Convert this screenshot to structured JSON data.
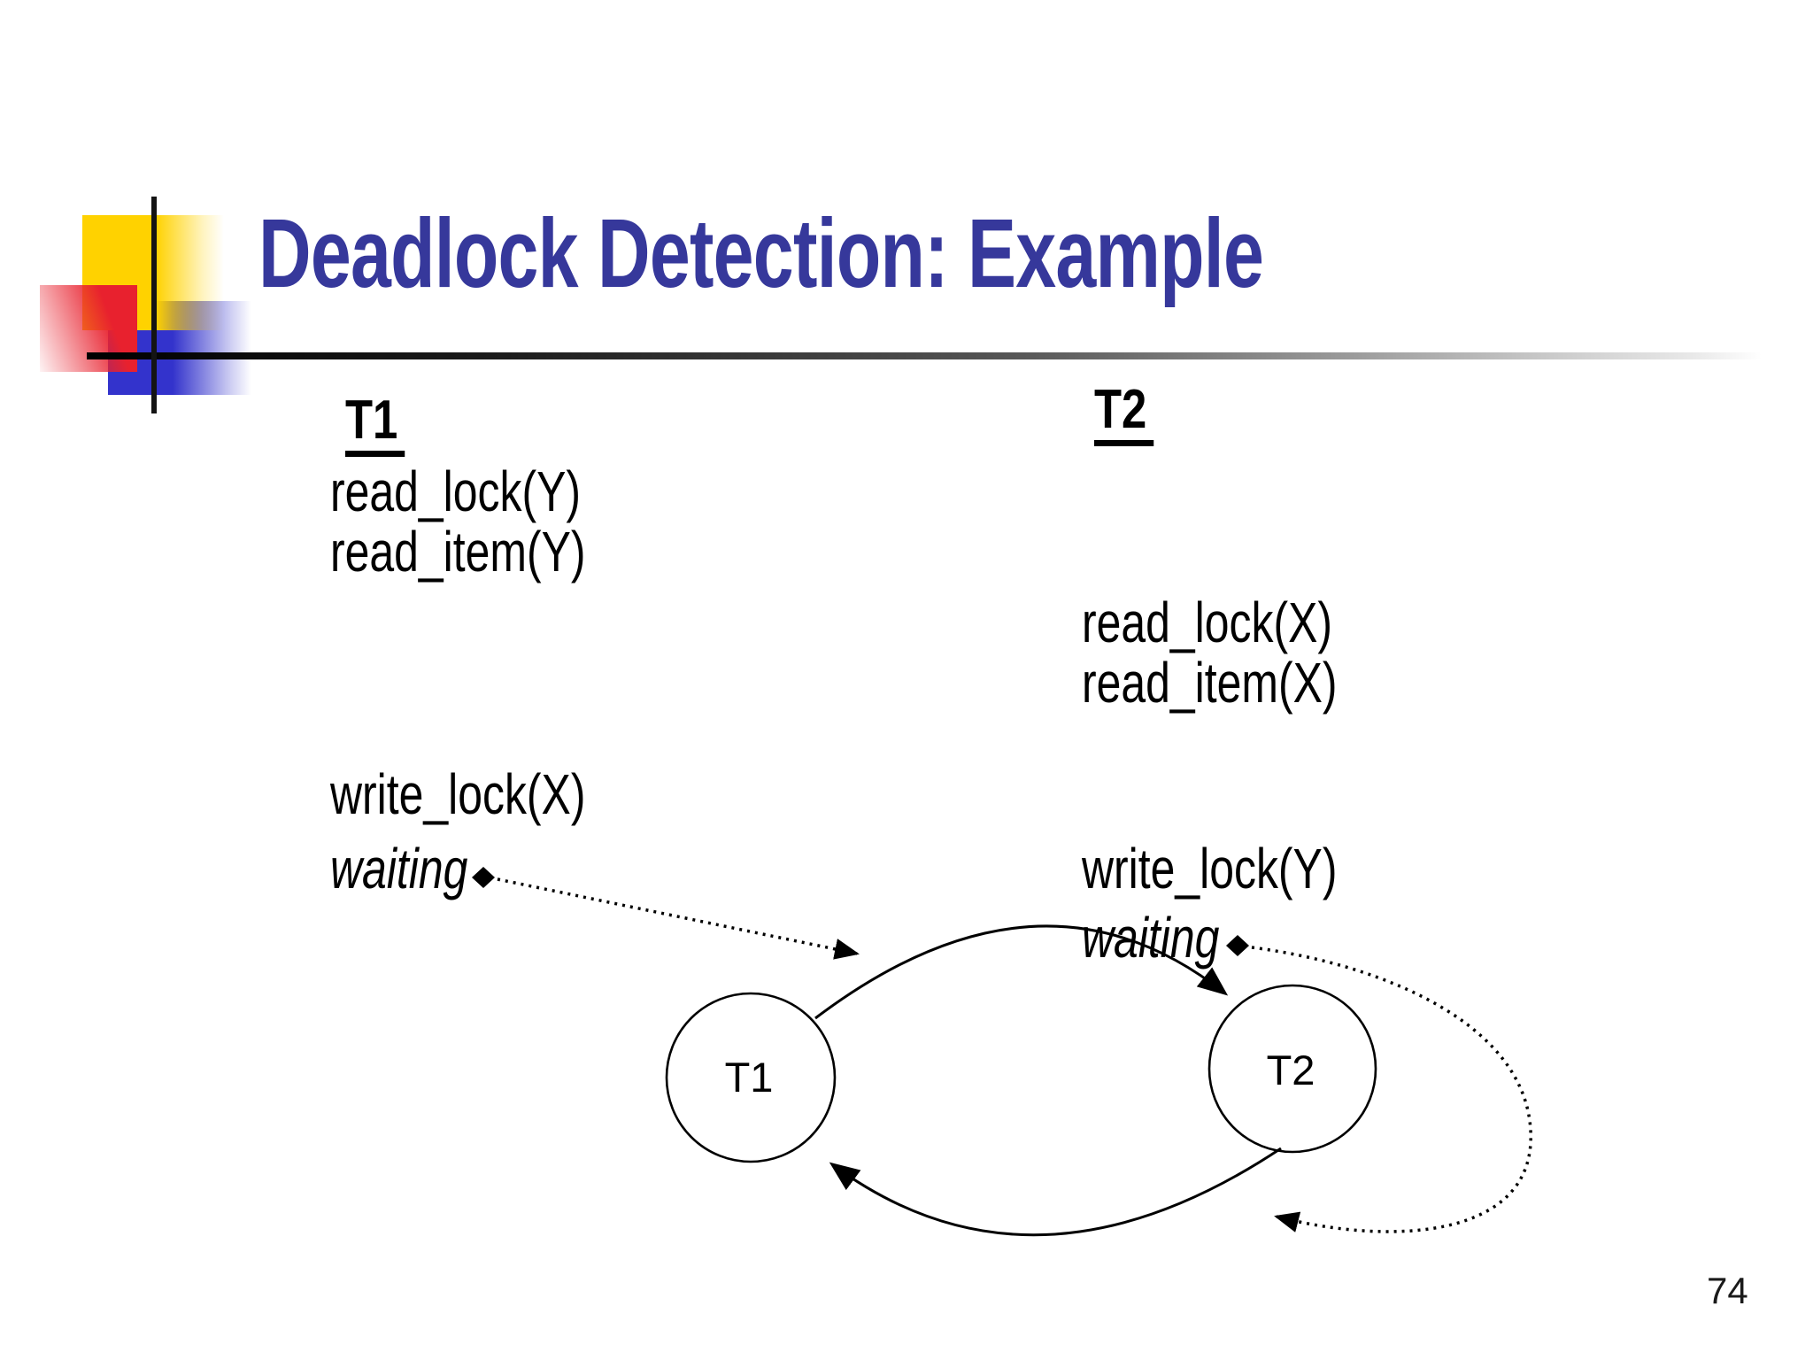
{
  "slide": {
    "title": "Deadlock Detection: Example",
    "page_number": "74",
    "colors": {
      "title_text": "#36389B",
      "decor_yellow": "#FFD200",
      "decor_red": "#E8212E",
      "decor_blue": "#3333CC",
      "body_text": "#000000"
    }
  },
  "transactions": {
    "t1": {
      "header": "T1",
      "rows": [
        {
          "text": "read_lock(Y)",
          "emphasis": "normal"
        },
        {
          "text": "read_item(Y)",
          "emphasis": "normal"
        },
        {
          "text": "write_lock(X)",
          "emphasis": "normal"
        },
        {
          "text": "waiting",
          "emphasis": "italic"
        }
      ]
    },
    "t2": {
      "header": "T2",
      "rows": [
        {
          "text": "read_lock(X)",
          "emphasis": "normal"
        },
        {
          "text": "read_item(X)",
          "emphasis": "normal"
        },
        {
          "text": "write_lock(Y)",
          "emphasis": "normal"
        },
        {
          "text": "waiting",
          "emphasis": "italic"
        }
      ]
    }
  },
  "graph": {
    "description": "wait-for graph showing deadlock cycle",
    "nodes": [
      {
        "id": "t1",
        "label": "T1"
      },
      {
        "id": "t2",
        "label": "T2"
      }
    ],
    "edges": [
      {
        "from": "T1",
        "to": "T2",
        "style": "solid-arrow"
      },
      {
        "from": "T2",
        "to": "T1",
        "style": "solid-arrow"
      },
      {
        "from": "T1 waiting label",
        "to": "edge T1-T2",
        "style": "dotted-pointer-with-diamond"
      },
      {
        "from": "T2 waiting label",
        "to": "edge T2-T1",
        "style": "dotted-pointer-with-diamond"
      }
    ]
  }
}
